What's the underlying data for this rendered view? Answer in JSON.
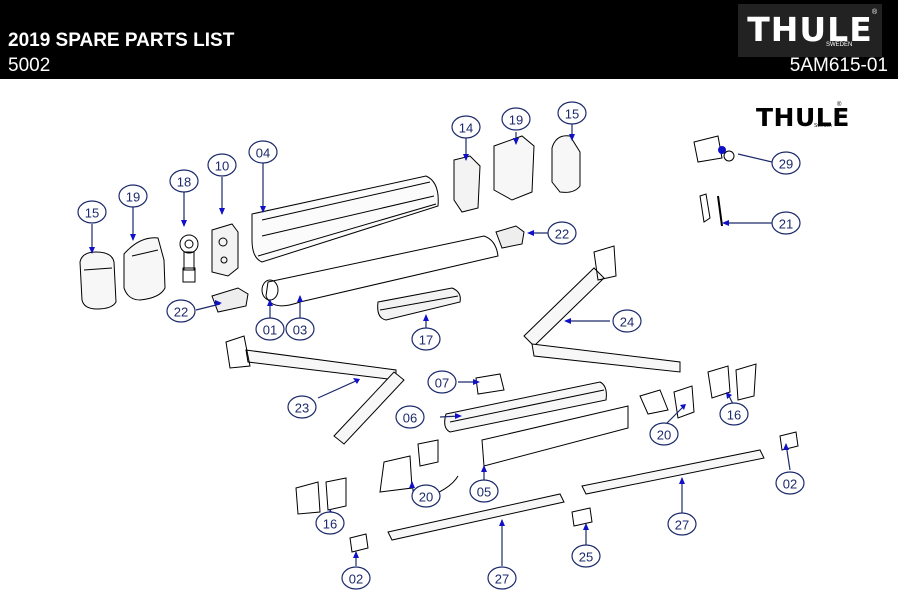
{
  "header": {
    "title": "2019 SPARE PARTS LIST",
    "model": "5002",
    "code": "5AM615-01",
    "logo_text": "THULE",
    "logo_sub": "SWEDEN",
    "logo_reg": "®"
  },
  "inner_logo": {
    "text": "THULE",
    "sub": "Sweden",
    "reg": "®"
  },
  "colors": {
    "callout": "#1c2a6b",
    "accent_dot": "#1010c8",
    "line": "#000000"
  },
  "callouts": [
    "15",
    "19",
    "18",
    "10",
    "04",
    "14",
    "19",
    "15",
    "29",
    "21",
    "22",
    "22",
    "01",
    "03",
    "17",
    "24",
    "07",
    "23",
    "06",
    "20",
    "16",
    "05",
    "20",
    "16",
    "02",
    "27",
    "25",
    "27",
    "02"
  ]
}
